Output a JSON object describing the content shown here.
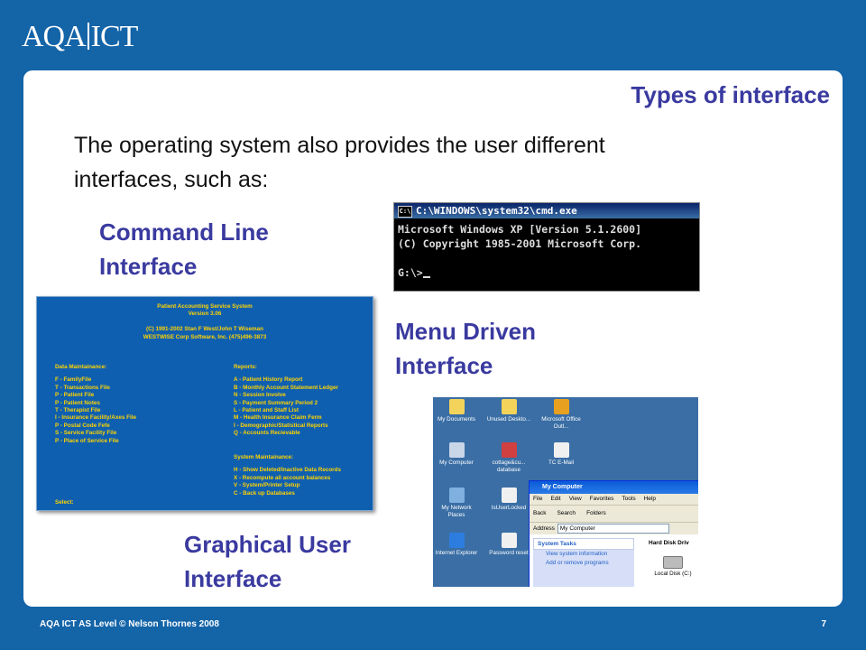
{
  "logo": {
    "left": "AQA",
    "right": "ICT"
  },
  "title": "Types of interface",
  "intro": "The operating system also provides the user different interfaces, such as:",
  "headings": {
    "cli": "Command Line Interface",
    "menu": "Menu Driven Interface",
    "gui": "Graphical User Interface"
  },
  "cli_window": {
    "icon": "C:\\",
    "title": "C:\\WINDOWS\\system32\\cmd.exe",
    "line1": "Microsoft Windows XP [Version 5.1.2600]",
    "line2": "(C) Copyright 1985-2001 Microsoft Corp.",
    "prompt": "G:\\>"
  },
  "menu_screen": {
    "header": [
      "Patient Accounting Service System",
      "Version 3.06",
      "",
      "(C) 1991-2002 Stan F West/John T Wiseman",
      "WESTWISE Corp Software, Inc. (475)496-3873"
    ],
    "data_title": "Data Maintainance:",
    "data_items": [
      "F  -  FamilyFile",
      "T  -  Transactions File",
      "P  -  Patient File",
      "P  -  Patient Notes",
      "T  -  Therapist File",
      "I  -  Insurance Facility/Axes File",
      "P  -  Postal Code Fefe",
      "S  -  Service Facility File",
      "P  -  Place of Service File"
    ],
    "reports_title": "Reports:",
    "reports_items": [
      "A  -  Patient History Report",
      "B  -  Monthly Account Statement Ledger",
      "N  -  Session Involve",
      "S  -  Payment Summary Period 2",
      "L  -  Patient and Staff List",
      "M  -  Health Insurance Claim Ferm",
      "I  -  Demographic/Statistical Reports",
      "Q  -  Accounts Recievable"
    ],
    "system_title": "System Maintainance:",
    "system_items": [
      "H  -  Show Deleted/Inactive Data Records",
      "X  -  Recompute all account balances",
      "V  -  System/Printer Setup",
      "C  -  Back up Databases"
    ],
    "select": "Select:"
  },
  "gui_screen": {
    "icons": [
      {
        "label": "My Documents",
        "color": "#f3d35a"
      },
      {
        "label": "Unused Deskto...",
        "color": "#f3d35a"
      },
      {
        "label": "Microsoft Office Outl...",
        "color": "#e8a020"
      },
      {
        "label": "My Computer",
        "color": "#c9d6e8"
      },
      {
        "label": "cottage&cu... database",
        "color": "#d04040"
      },
      {
        "label": "TC E-Mail",
        "color": "#f0f0f0"
      },
      {
        "label": "My Network Places",
        "color": "#7fb0e0"
      },
      {
        "label": "IsUserLocked",
        "color": "#f0f0f0"
      },
      {
        "label": "Internet Explorer",
        "color": "#2d7de0"
      },
      {
        "label": "Password reset",
        "color": "#f0f0f0"
      }
    ],
    "window_title": "My Computer",
    "menus": [
      "File",
      "Edit",
      "View",
      "Favorites",
      "Tools",
      "Help"
    ],
    "toolbar": [
      "Back",
      "Search",
      "Folders"
    ],
    "address_label": "Address",
    "address_value": "My Computer",
    "tasks_title": "System Tasks",
    "tasks": [
      "View system information",
      "Add or remove programs"
    ],
    "drives_title": "Hard Disk Driv",
    "drive": "Local Disk (C:)"
  },
  "footer": "AQA ICT AS Level © Nelson Thornes 2008",
  "page_number": "7"
}
